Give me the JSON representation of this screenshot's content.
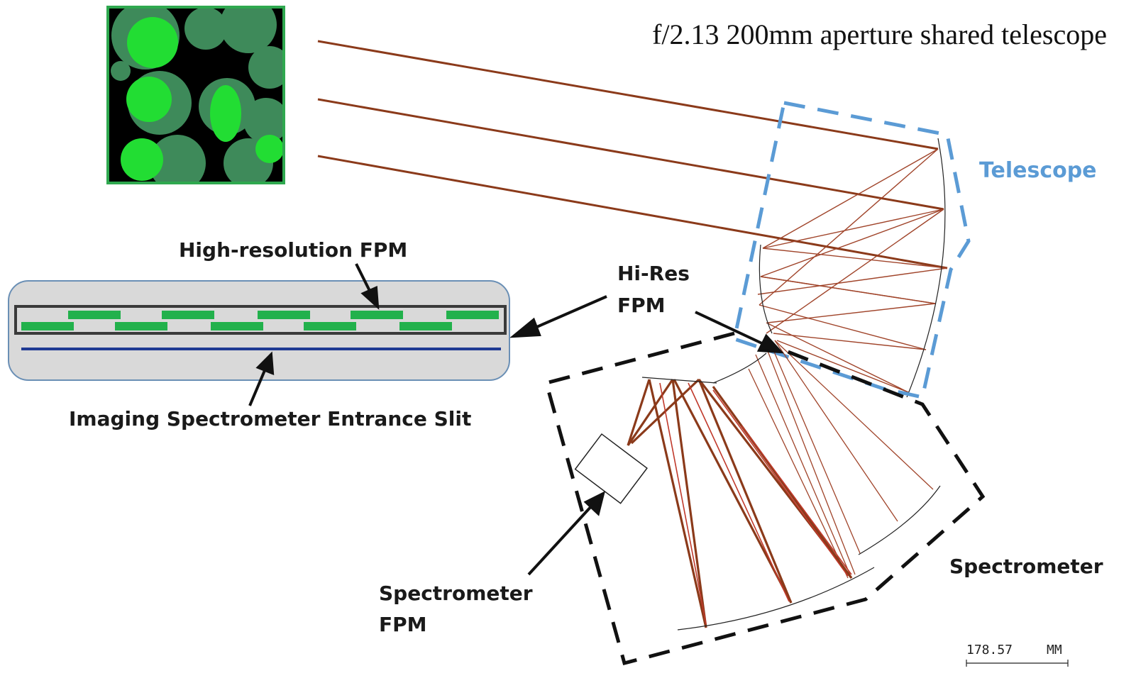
{
  "title": "f/2.13 200mm aperture shared telescope",
  "labels": {
    "telescope": "Telescope",
    "high_res_fpm": "High-resolution FPM",
    "slit": "Imaging Spectrometer Entrance Slit",
    "hires_line1": "Hi-Res",
    "hires_line2": "FPM",
    "spec_fpm_line1": "Spectrometer",
    "spec_fpm_line2": "FPM",
    "spectrometer": "Spectrometer"
  },
  "scale": {
    "value": "178.57",
    "unit": "MM"
  },
  "colors": {
    "ray": "#8b3a1a",
    "ray_red": "#c0392b",
    "telescope_box": "#5b9bd5",
    "detector_green": "#22b14c",
    "slit_blue": "#1f3a93",
    "panel_fill": "#d9d9d9",
    "panel_border": "#6a8fb5"
  }
}
